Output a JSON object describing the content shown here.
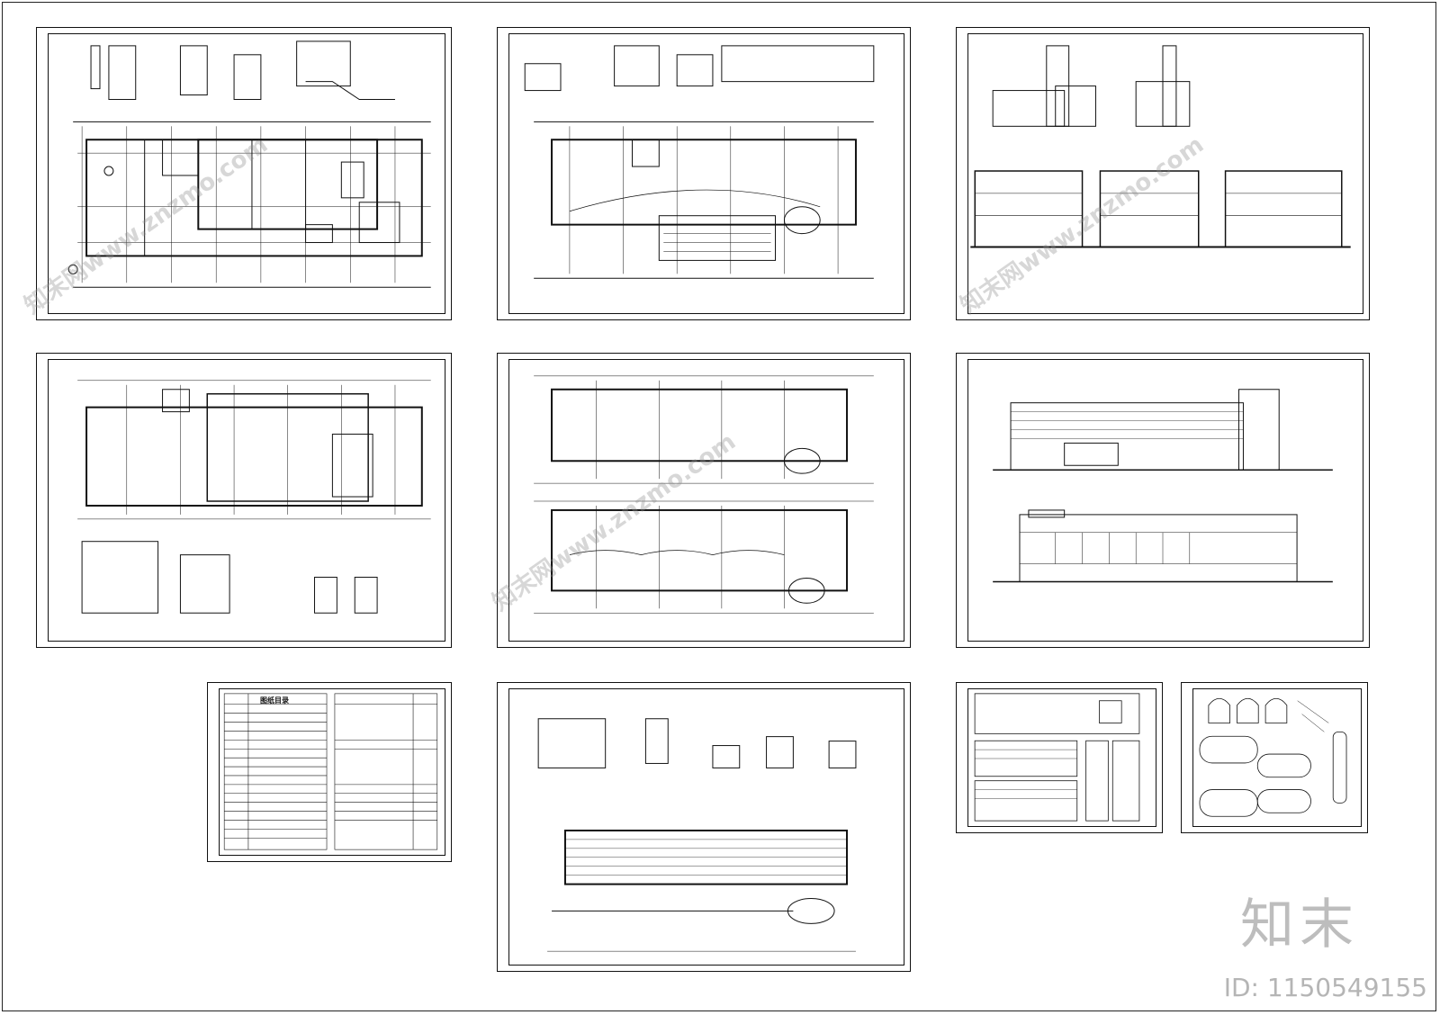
{
  "watermark": {
    "logo": "知末",
    "id_text": "ID: 1150549155",
    "tiles": [
      "知末网www.znzmo.com",
      "知末网www.znzmo.com",
      "知末网www.znzmo.com"
    ]
  },
  "sheets": [
    {
      "name": "sheet-floor-plan-1",
      "kind": "plan"
    },
    {
      "name": "sheet-floor-plan-2",
      "kind": "plan"
    },
    {
      "name": "sheet-sections",
      "kind": "section"
    },
    {
      "name": "sheet-floor-plan-3",
      "kind": "plan"
    },
    {
      "name": "sheet-floor-plans-4-5",
      "kind": "plan"
    },
    {
      "name": "sheet-elevations",
      "kind": "elevation"
    },
    {
      "name": "sheet-drawing-list",
      "kind": "table"
    },
    {
      "name": "sheet-roof-plan",
      "kind": "plan"
    },
    {
      "name": "sheet-detail-a",
      "kind": "detail"
    },
    {
      "name": "sheet-detail-b",
      "kind": "detail"
    }
  ],
  "drawing_list": {
    "title": "图纸目录"
  },
  "colors": {
    "line": "#111111",
    "watermark": "#bdbdbd"
  }
}
